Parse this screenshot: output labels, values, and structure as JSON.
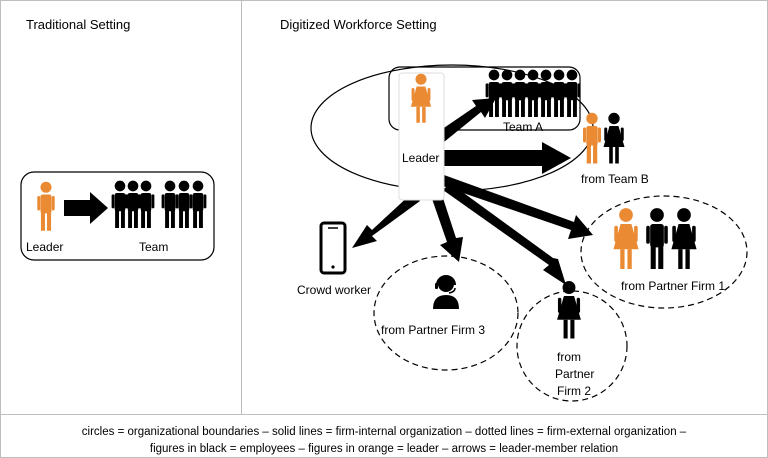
{
  "headings": {
    "traditional": "Traditional Setting",
    "digitized": "Digitized Workforce Setting"
  },
  "labels": {
    "trad_leader": "Leader",
    "trad_team": "Team",
    "dig_leader": "Leader",
    "team_a": "Team A",
    "team_b": "from Team B",
    "crowd": "Crowd worker",
    "pf1": "from Partner Firm 1",
    "pf3": "from Partner Firm 3",
    "pf2_line1": "from",
    "pf2_line2": "Partner",
    "pf2_line3": "Firm 2"
  },
  "footer": {
    "line1": "circles = organizational boundaries – solid lines = firm-internal organization – dotted lines = firm-external organization –",
    "line2": "figures in black = employees – figures in orange = leader – arrows = leader-member relation"
  },
  "colors": {
    "leader": "#ea8a33",
    "employee": "#000000",
    "line": "#000000",
    "divider": "#bdbdbd"
  }
}
